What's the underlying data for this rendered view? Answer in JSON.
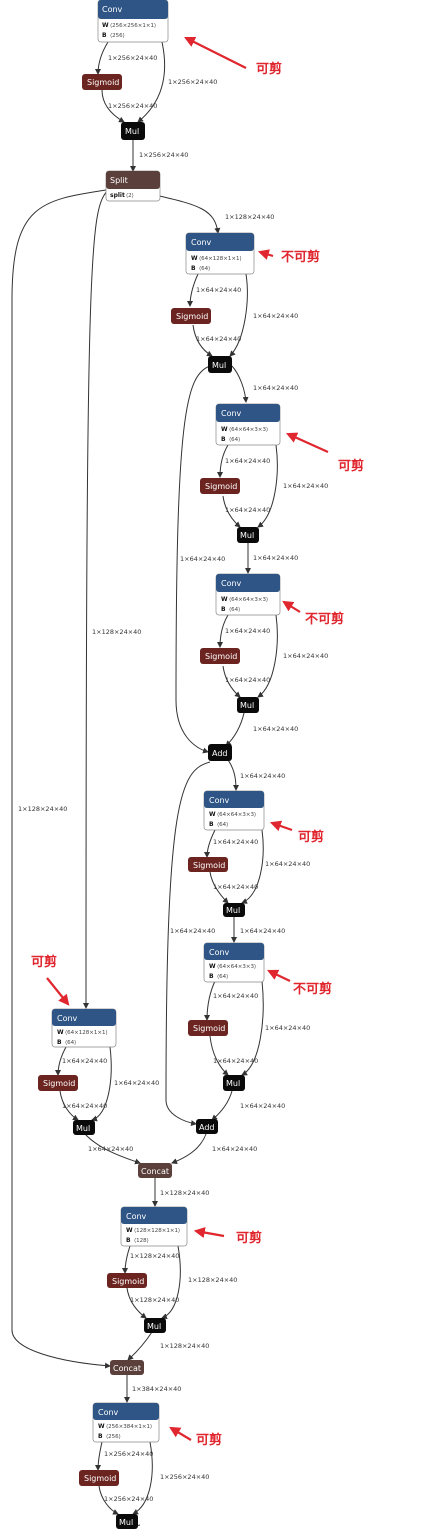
{
  "colors": {
    "conv": "#2e5585",
    "sigmoid": "#6b2420",
    "mul": "#0a0a0a",
    "split": "#5a3f3a",
    "concat": "#5a3f3a",
    "add": "#0a0a0a",
    "annotation": "#e0262e"
  },
  "attr_keys": {
    "weight": "W",
    "bias": "B",
    "split": "split"
  },
  "nodes": {
    "conv1": {
      "title": "Conv",
      "w": "⟨256×256×1×1⟩",
      "b": "⟨256⟩"
    },
    "sig1": {
      "title": "Sigmoid"
    },
    "mul1": {
      "title": "Mul"
    },
    "split": {
      "title": "Split",
      "split": "⟨2⟩"
    },
    "conv2": {
      "title": "Conv",
      "w": "⟨64×128×1×1⟩",
      "b": "⟨64⟩"
    },
    "sig2": {
      "title": "Sigmoid"
    },
    "mul2": {
      "title": "Mul"
    },
    "conv3": {
      "title": "Conv",
      "w": "⟨64×64×3×3⟩",
      "b": "⟨64⟩"
    },
    "sig3": {
      "title": "Sigmoid"
    },
    "mul3": {
      "title": "Mul"
    },
    "conv4": {
      "title": "Conv",
      "w": "⟨64×64×3×3⟩",
      "b": "⟨64⟩"
    },
    "sig4": {
      "title": "Sigmoid"
    },
    "mul4": {
      "title": "Mul"
    },
    "add1": {
      "title": "Add"
    },
    "conv5": {
      "title": "Conv",
      "w": "⟨64×64×3×3⟩",
      "b": "⟨64⟩"
    },
    "sig5": {
      "title": "Sigmoid"
    },
    "mul5": {
      "title": "Mul"
    },
    "conv6": {
      "title": "Conv",
      "w": "⟨64×64×3×3⟩",
      "b": "⟨64⟩"
    },
    "sig6": {
      "title": "Sigmoid"
    },
    "mul6": {
      "title": "Mul"
    },
    "add2": {
      "title": "Add"
    },
    "conv7": {
      "title": "Conv",
      "w": "⟨64×128×1×1⟩",
      "b": "⟨64⟩"
    },
    "sig7": {
      "title": "Sigmoid"
    },
    "mul7": {
      "title": "Mul"
    },
    "concat1": {
      "title": "Concat"
    },
    "conv8": {
      "title": "Conv",
      "w": "⟨128×128×1×1⟩",
      "b": "⟨128⟩"
    },
    "sig8": {
      "title": "Sigmoid"
    },
    "mul8": {
      "title": "Mul"
    },
    "concat2": {
      "title": "Concat"
    },
    "conv9": {
      "title": "Conv",
      "w": "⟨256×384×1×1⟩",
      "b": "⟨256⟩"
    },
    "sig9": {
      "title": "Sigmoid"
    },
    "mul9": {
      "title": "Mul"
    }
  },
  "edge_labels": {
    "e_c1_s1": "1×256×24×40",
    "e_c1_m1": "1×256×24×40",
    "e_s1_m1": "1×256×24×40",
    "e_m1_split": "1×256×24×40",
    "e_split_c2": "1×128×24×40",
    "e_split_c7": "1×128×24×40",
    "e_split_concat2": "1×128×24×40",
    "e_c2_s2": "1×64×24×40",
    "e_c2_m2": "1×64×24×40",
    "e_s2_m2": "1×64×24×40",
    "e_m2_c3": "1×64×24×40",
    "e_m2_add1": "1×64×24×40",
    "e_c3_s3": "1×64×24×40",
    "e_c3_m3": "1×64×24×40",
    "e_s3_m3": "1×64×24×40",
    "e_m3_c4": "1×64×24×40",
    "e_c4_s4": "1×64×24×40",
    "e_c4_m4": "1×64×24×40",
    "e_s4_m4": "1×64×24×40",
    "e_m4_add1": "1×64×24×40",
    "e_add1_c5": "1×64×24×40",
    "e_add1_add2": "1×64×24×40",
    "e_c5_s5": "1×64×24×40",
    "e_c5_m5": "1×64×24×40",
    "e_s5_m5": "1×64×24×40",
    "e_m5_c6": "1×64×24×40",
    "e_c6_s6": "1×64×24×40",
    "e_c6_m6": "1×64×24×40",
    "e_s6_m6": "1×64×24×40",
    "e_m6_add2": "1×64×24×40",
    "e_c7_s7": "1×64×24×40",
    "e_c7_m7": "1×64×24×40",
    "e_s7_m7": "1×64×24×40",
    "e_m7_concat1": "1×64×24×40",
    "e_add2_concat1": "1×64×24×40",
    "e_concat1_c8": "1×128×24×40",
    "e_c8_s8": "1×128×24×40",
    "e_c8_m8": "1×128×24×40",
    "e_s8_m8": "1×128×24×40",
    "e_m8_concat2": "1×128×24×40",
    "e_concat2_c9": "1×384×24×40",
    "e_c9_s9": "1×256×24×40",
    "e_c9_m9": "1×256×24×40",
    "e_s9_m9": "1×256×24×40"
  },
  "annotations": {
    "a1": "可剪",
    "a2": "不可剪",
    "a3": "可剪",
    "a4": "不可剪",
    "a5": "可剪",
    "a6": "不可剪",
    "a7": "可剪",
    "a8": "可剪",
    "a9": "可剪"
  }
}
